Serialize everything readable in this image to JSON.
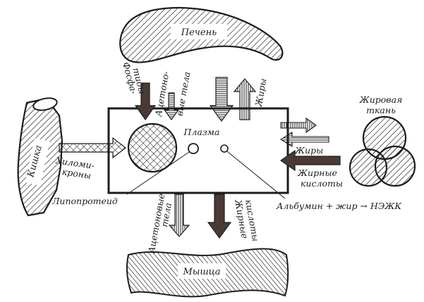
{
  "organs": {
    "liver": "Печень",
    "intestine": "Кишка",
    "adipose_line1": "Жировая",
    "adipose_line2": "ткань",
    "muscle": "Мышца"
  },
  "plasma": "Плазма",
  "labels": {
    "phospholipids_line1": "Фосфа-",
    "phospholipids_line2": "тиды",
    "ketone_top_line1": "Ацетоно-",
    "ketone_top_line2": "вые тела",
    "fats_top": "Жиры",
    "chylomicrons_line1": "Хиломи-",
    "chylomicrons_line2": "кроны",
    "fats_right": "Жиры",
    "fatty_acids_right_line1": "Жирные",
    "fatty_acids_right_line2": "кислоты",
    "lipoprotein": "Липопротеид",
    "albumin_complex": "Альбумин + жир → НЭЖК",
    "ketone_bottom_line1": "Ацетоновые",
    "ketone_bottom_line2": "тела",
    "fatty_acids_bottom_line1": "Жирные",
    "fatty_acids_bottom_line2": "кислоты"
  },
  "colors": {
    "ink": "#1d1d1d",
    "dark_arrow": "#4a3a33",
    "background": "#ffffff"
  }
}
